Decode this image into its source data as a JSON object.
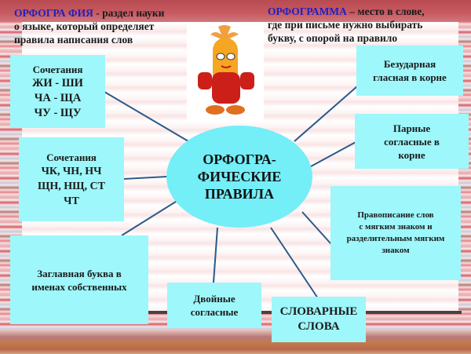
{
  "header": {
    "left": {
      "term": "ОРФОГРА ФИЯ",
      "text_line1": " - раздел науки",
      "text_line2": "о языке, который определяет",
      "text_line3": "правила написания слов"
    },
    "right": {
      "term": "ОРФОГРАММА",
      "text_line1": " – место в слове,",
      "text_line2": "где при письме нужно выбирать",
      "text_line3": "букву, с опорой на правило"
    }
  },
  "center": {
    "line1": "ОРФОГРА-",
    "line2": "ФИЧЕСКИЕ",
    "line3": "ПРАВИЛА"
  },
  "mascot": {
    "icon": "carrot-mascot-icon"
  },
  "boxes": [
    {
      "lines": [
        "Сочетания",
        "ЖИ - ШИ",
        "ЧА - ЩА",
        "ЧУ - ЩУ"
      ]
    },
    {
      "lines": [
        "Сочетания",
        "ЧК, ЧН, НЧ",
        "ЩН, НЩ, СТ",
        "ЧТ"
      ]
    },
    {
      "lines": [
        "Заглавная  буква в",
        "именах собственных"
      ]
    },
    {
      "lines": [
        "Двойные",
        "согласные"
      ]
    },
    {
      "lines": [
        "СЛОВАРНЫЕ",
        "СЛОВА"
      ]
    },
    {
      "lines": [
        "Правописание  слов",
        "с мягким знаком и",
        "разделительным мягким",
        "знаком"
      ]
    },
    {
      "lines": [
        "Парные",
        "согласные в",
        "корне"
      ]
    },
    {
      "lines": [
        "Безударная",
        "гласная в корне"
      ]
    }
  ],
  "colors": {
    "box": "#9ef7fa",
    "ellipse": "#74eef7",
    "term": "#2020c0",
    "line": "#2a5a8a"
  }
}
